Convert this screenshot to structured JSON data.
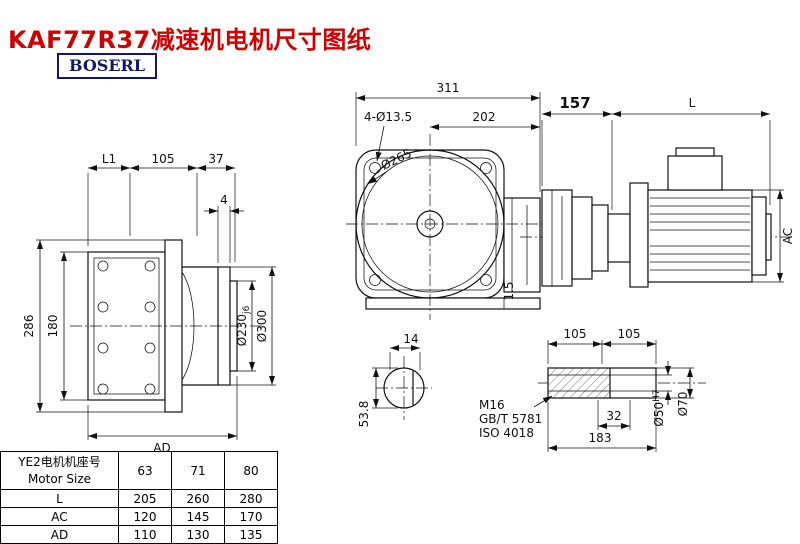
{
  "page": {
    "title": "KAF77R37减速机电机尺寸图纸",
    "brand": "BOSERL"
  },
  "side_view": {
    "dim_l1": "L1",
    "dim_105": "105",
    "dim_37": "37",
    "dim_4": "4",
    "dim_286": "286",
    "dim_180": "180",
    "dia_230": "Ø230",
    "dia_230_tol": "j6",
    "dia_300": "Ø300",
    "dim_ad": "AD"
  },
  "front_view": {
    "dim_311": "311",
    "dim_202": "202",
    "holes": "4-Ø13.5",
    "dia_265": "Ø265",
    "dim_1_5": "1.5"
  },
  "motor_view": {
    "dim_157": "157",
    "dim_l": "L",
    "dim_ac": "AC"
  },
  "shaft_end_view": {
    "dim_14": "14",
    "dim_53_8": "53.8"
  },
  "shaft_detail": {
    "dim_105_a": "105",
    "dim_105_b": "105",
    "thread": "M16",
    "std_gb": "GB/T 5781",
    "std_iso": "ISO 4018",
    "dim_32": "32",
    "dim_183": "183",
    "dia_50": "Ø50",
    "dia_50_tol": "H7",
    "dia_70": "Ø70"
  },
  "table": {
    "header_line1": "YE2电机机座号",
    "header_line2": "Motor Size",
    "cols": [
      "63",
      "71",
      "80"
    ],
    "rows": [
      {
        "label": "L",
        "values": [
          "205",
          "260",
          "280"
        ]
      },
      {
        "label": "AC",
        "values": [
          "120",
          "145",
          "170"
        ]
      },
      {
        "label": "AD",
        "values": [
          "110",
          "130",
          "135"
        ]
      }
    ]
  }
}
